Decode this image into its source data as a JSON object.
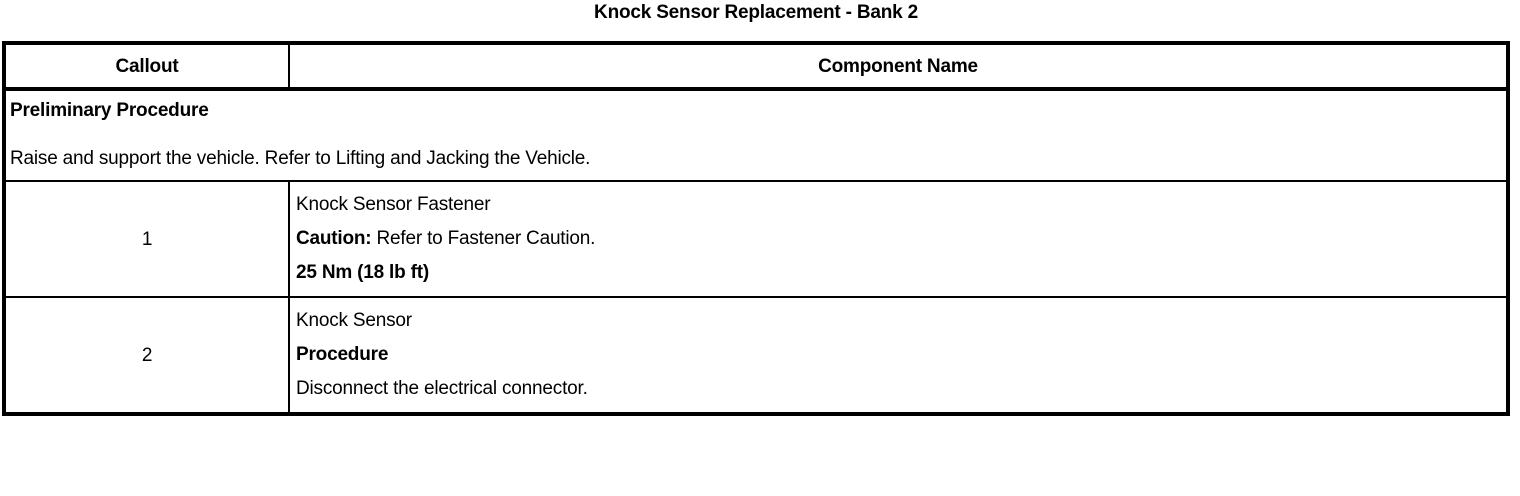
{
  "document": {
    "title": "Knock Sensor Replacement - Bank 2"
  },
  "table": {
    "headers": {
      "callout": "Callout",
      "component_name": "Component Name"
    },
    "preliminary": {
      "heading": "Preliminary Procedure",
      "text": "Raise and support the vehicle. Refer to Lifting and Jacking the Vehicle."
    },
    "rows": [
      {
        "callout": "1",
        "name": "Knock Sensor Fastener",
        "caution_label": "Caution:",
        "caution_text": " Refer to Fastener Caution.",
        "torque": "25 Nm (18 lb ft)"
      },
      {
        "callout": "2",
        "name": "Knock Sensor",
        "procedure_label": "Procedure",
        "procedure_text": "Disconnect the electrical connector."
      }
    ]
  },
  "colors": {
    "border": "#000000",
    "text": "#000000",
    "background": "#ffffff"
  }
}
